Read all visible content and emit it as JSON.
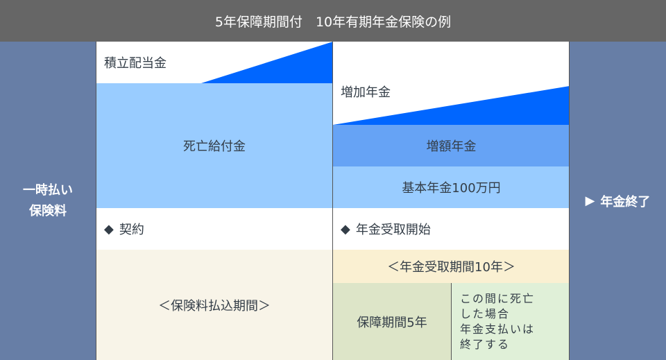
{
  "title": "5年保障期間付　10年有期年金保険の例",
  "left_column": {
    "line1": "一時払い",
    "line2": "保険料"
  },
  "right_column": {
    "marker": "▶",
    "label": "年金終了"
  },
  "left_section": {
    "dividend": "積立配当金",
    "death_benefit": "死亡給付金",
    "contract_marker": "◆",
    "contract": "契約",
    "payment_period": "＜保険料払込期間＞"
  },
  "right_section": {
    "additional_annuity": "増加年金",
    "increased_annuity": "増額年金",
    "basic_annuity": "基本年金100万円",
    "start_marker": "◆",
    "start": "年金受取開始",
    "receipt_period": "＜年金受取期間10年＞",
    "guarantee_period": "保障期間5年",
    "note_lines": [
      "この間に死亡",
      "した場合",
      "年金支払いは",
      "終了する"
    ]
  },
  "colors": {
    "header": "#666666",
    "side": "#677ea6",
    "triangle": "#0066ff",
    "light_blue": "#99ccff",
    "mid_blue": "#66a3f5",
    "beige": "#f8f4e8",
    "cream": "#faf0d2",
    "sage": "#dde5c8",
    "pale_green": "#e0f0d8"
  }
}
